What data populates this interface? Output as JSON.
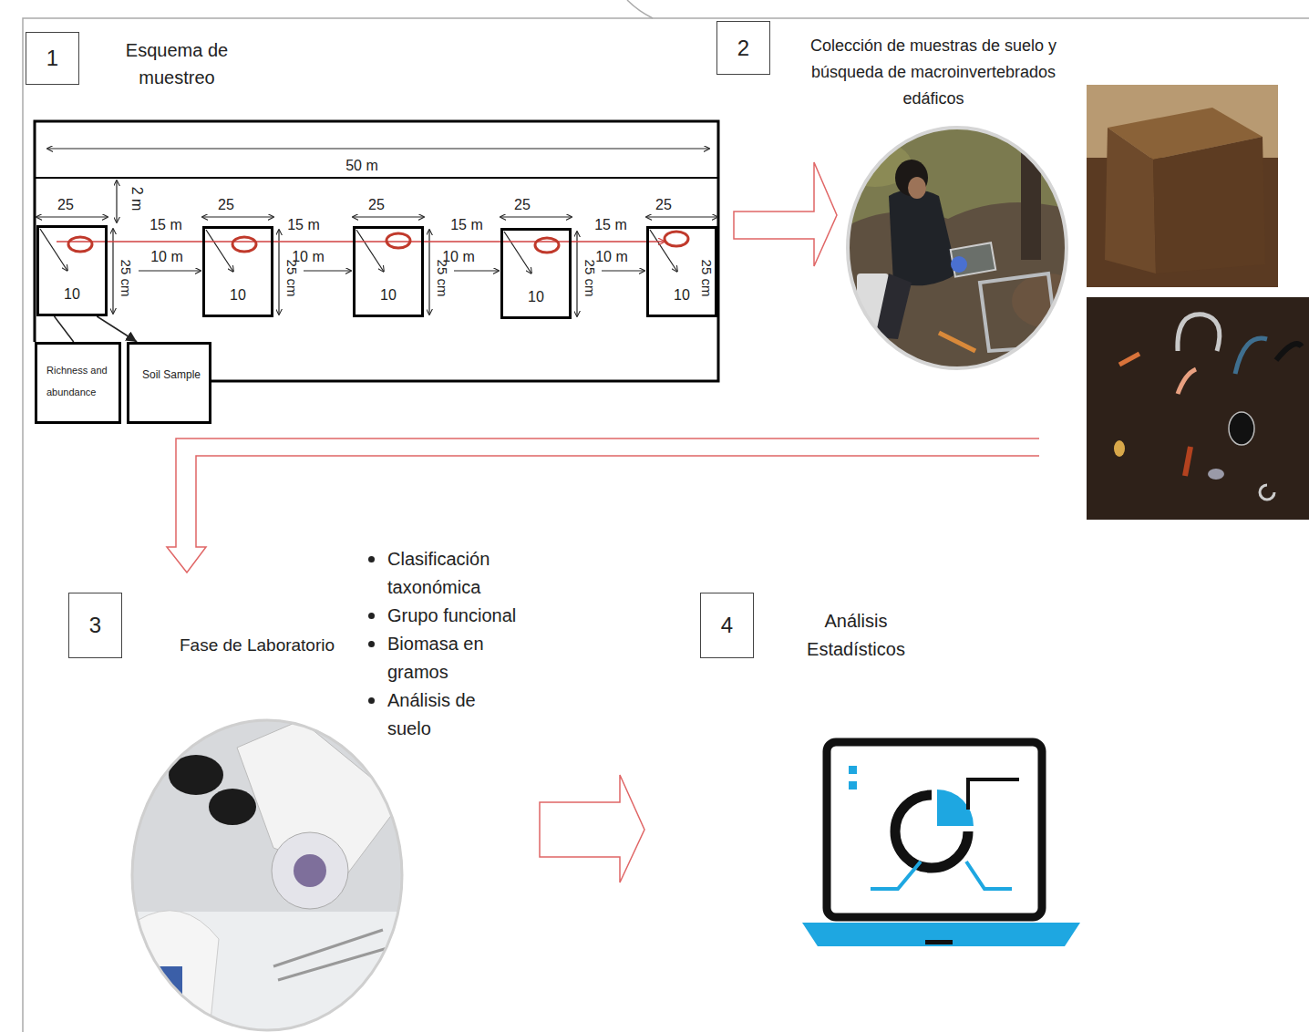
{
  "diagram": {
    "nodes": [
      {
        "text": [
          "1",
          "Esquema de muestreo"
        ]
      },
      {
        "text": [
          "10"
        ]
      },
      {
        "text": [
          "10"
        ]
      },
      {
        "text": [
          "10"
        ]
      },
      {
        "text": [
          "10"
        ]
      },
      {
        "text": [
          "10"
        ]
      },
      {
        "text": [
          "Richness and abundance"
        ]
      },
      {
        "text": [
          "Soil Sample"
        ]
      },
      {
        "text": [
          "2",
          "Colección de muestras de suelo y búsqueda de macroinvertebrados edáficos"
        ]
      },
      {
        "text": [
          "3",
          "Fase de Laboratorio"
        ]
      },
      {
        "text": [
          "4",
          "Análisis Estadísticos"
        ]
      }
    ],
    "edges": [
      {
        "from": 1,
        "to": 6,
        "arrow": "none"
      },
      {
        "from": 1,
        "to": 7,
        "arrow": "to"
      }
    ],
    "labels": [
      "50 m",
      "2 m",
      "25",
      "25",
      "25",
      "25",
      "25",
      "15 m",
      "15 m",
      "15 m",
      "15 m",
      "10 m",
      "10 m",
      "10 m",
      "10 m",
      "25 cm",
      "25 cm",
      "25 cm",
      "25 cm",
      "25 cm",
      "Clasificación taxonómica",
      "Grupo funcional",
      "Biomasa en gramos",
      "Análisis de suelo"
    ]
  }
}
